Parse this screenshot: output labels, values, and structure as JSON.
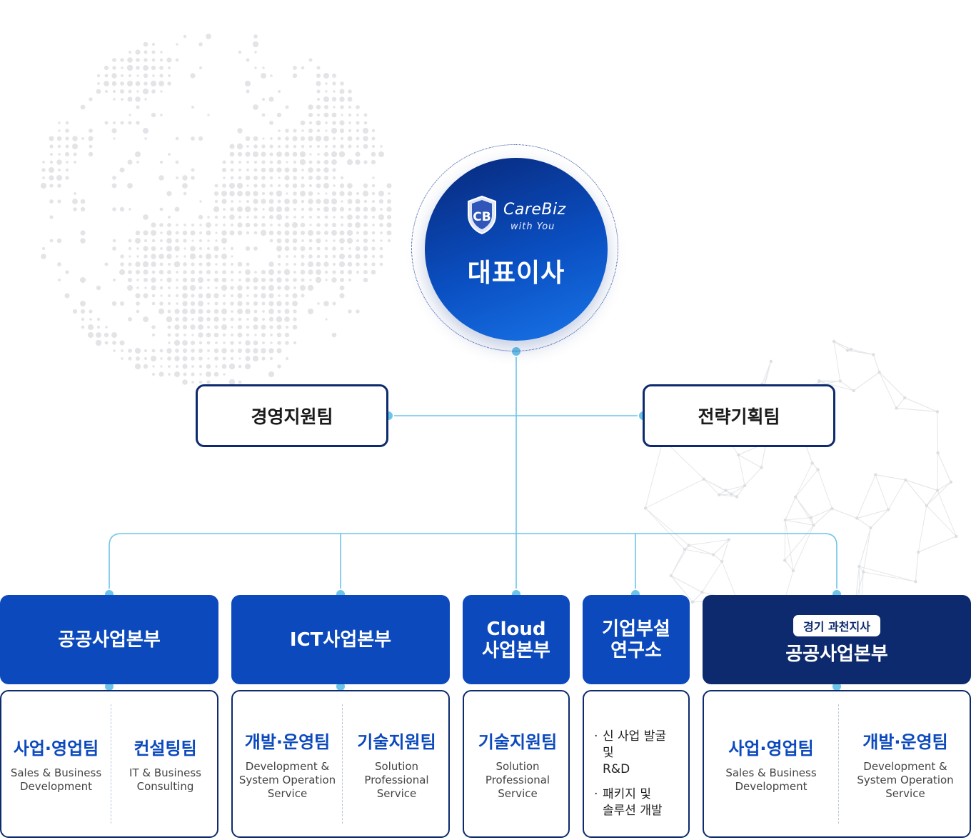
{
  "ceo": {
    "logo_mark": "CB",
    "logo_name": "CareBiz",
    "logo_tagline": "with You",
    "title": "대표이사"
  },
  "staff": [
    {
      "name": "경영지원팀"
    },
    {
      "name": "전략기획팀"
    }
  ],
  "divisions": [
    {
      "title": "공공사업본부",
      "teams": [
        {
          "name": "사업·영업팀",
          "sub": "Sales & Business\nDevelopment"
        },
        {
          "name": "컨설팅팀",
          "sub": "IT & Business\nConsulting"
        }
      ]
    },
    {
      "title": "ICT사업본부",
      "teams": [
        {
          "name": "개발·운영팀",
          "sub": "Development &\nSystem Operation\nService"
        },
        {
          "name": "기술지원팀",
          "sub": "Solution\nProfessional\nService"
        }
      ]
    },
    {
      "title": "Cloud\n사업본부",
      "teams": [
        {
          "name": "기술지원팀",
          "sub": "Solution\nProfessional\nService"
        }
      ]
    },
    {
      "title": "기업부설\n연구소",
      "bullets": [
        "신 사업 발굴 및\nR&D",
        "패키지 및\n솔루션 개발"
      ]
    },
    {
      "badge": "경기 과천지사",
      "title": "공공사업본부",
      "teams": [
        {
          "name": "사업·영업팀",
          "sub": "Sales & Business\nDevelopment"
        },
        {
          "name": "개발·운영팀",
          "sub": "Development &\nSystem Operation\nService"
        }
      ]
    }
  ],
  "colors": {
    "primary_blue": "#0b49bd",
    "navy": "#0c2a6d",
    "connector": "#6cc4ea"
  }
}
